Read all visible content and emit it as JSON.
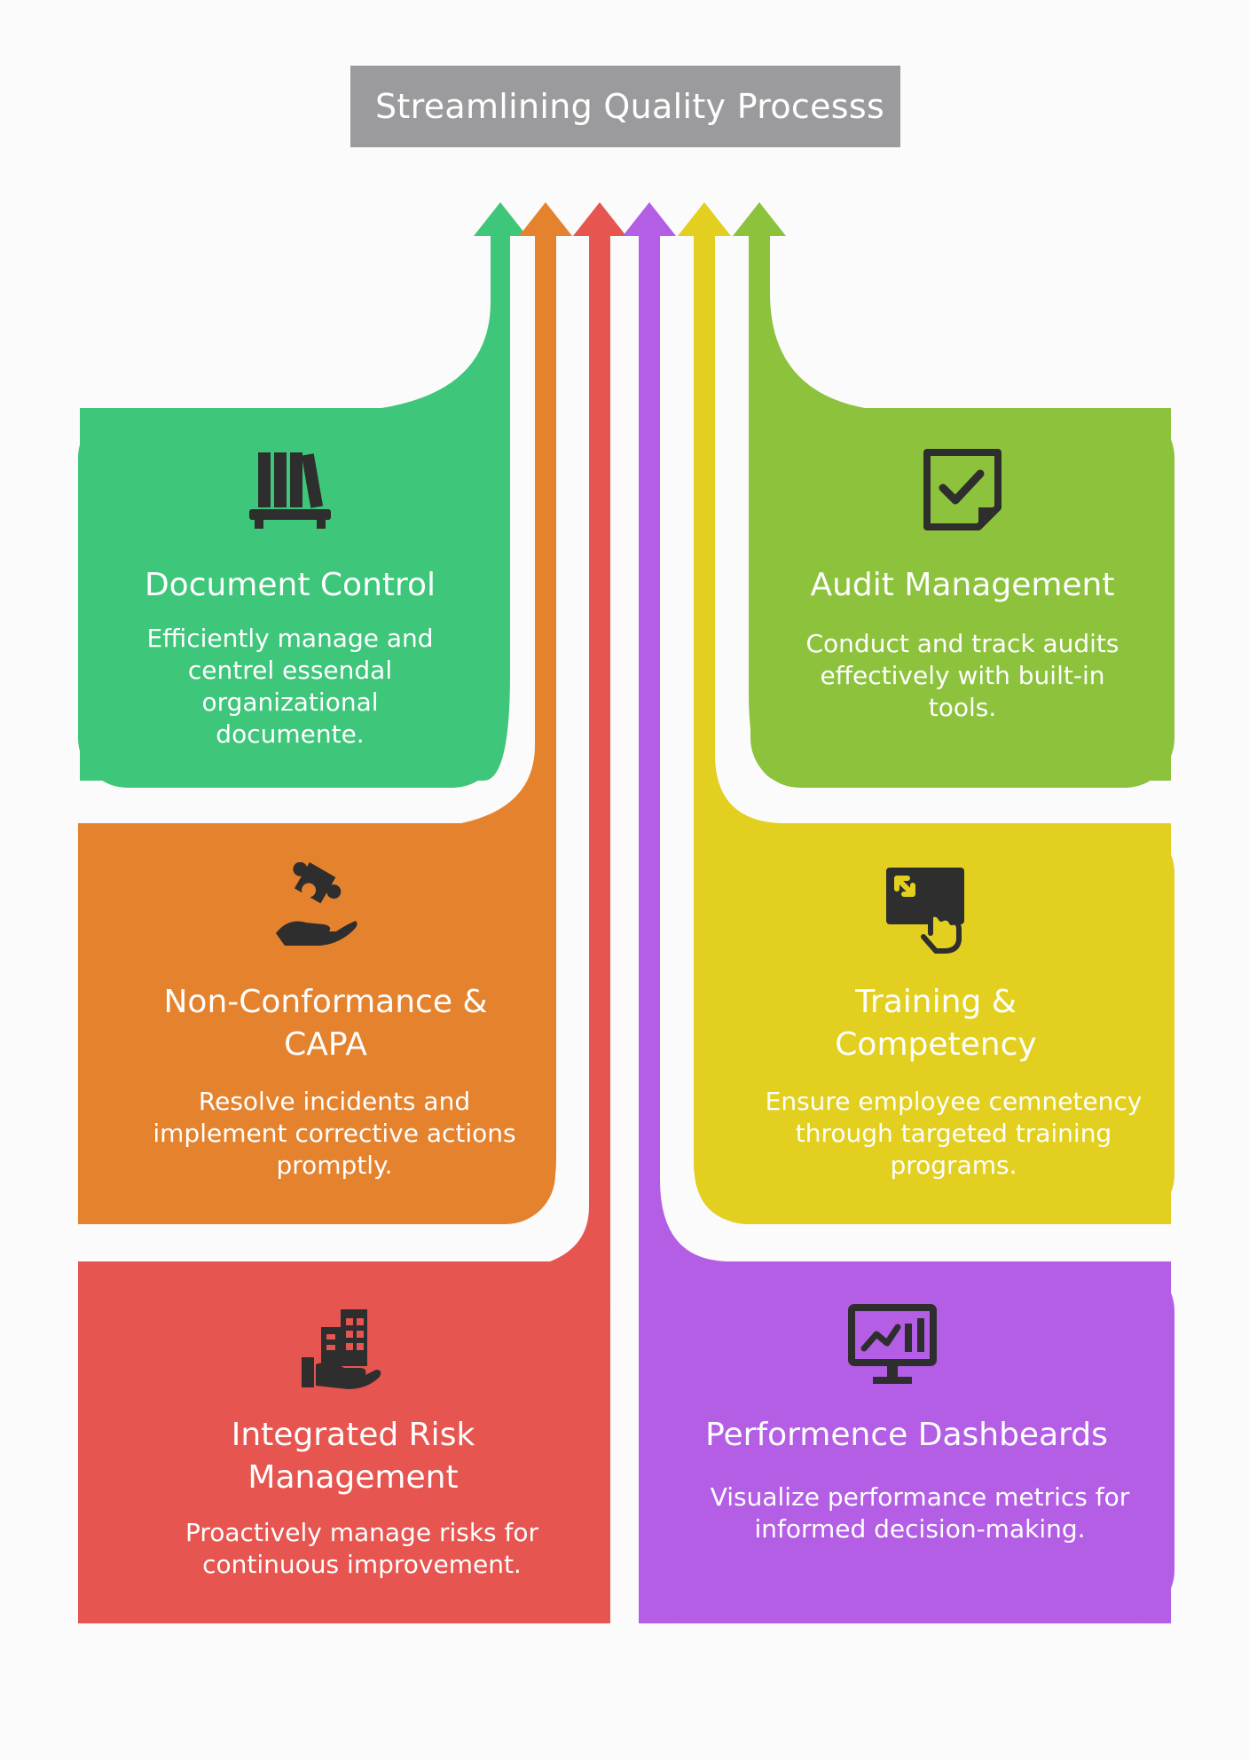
{
  "title": "Streamlining Quality Processs",
  "colors": {
    "background": "#fbfbfb",
    "title_bar": "#9b9b9e",
    "green": "#3ec67a",
    "orange": "#e5822e",
    "red": "#e6554f",
    "purple": "#b35ee4",
    "yellow": "#e3cf1f",
    "lime": "#8cc23c",
    "icon": "#2e2e2e"
  },
  "cards": [
    {
      "id": "document-control",
      "title": "Document Control",
      "description": "Efficiently manage and centrel essendal organizational documente.",
      "icon": "books-icon"
    },
    {
      "id": "audit-management",
      "title": "Audit Management",
      "description": "Conduct and track audits effectively with built-in tools.",
      "icon": "checklist-icon"
    },
    {
      "id": "non-conformance",
      "title": "Non-Conformance & CAPA",
      "description": "Resolve incidents and implement corrective actions promptly.",
      "icon": "puzzle-hand-icon"
    },
    {
      "id": "training",
      "title": "Training & Competency",
      "description": "Ensure employee cemnetency through targeted training programs.",
      "icon": "touch-screen-icon"
    },
    {
      "id": "risk-management",
      "title": "Integrated Risk Management",
      "description": "Proactively manage risks for continuous improvement.",
      "icon": "building-hand-icon"
    },
    {
      "id": "dashboards",
      "title": "Performence Dashbeards",
      "description": "Visualize performance metrics for informed decision-making.",
      "icon": "monitor-chart-icon"
    }
  ]
}
